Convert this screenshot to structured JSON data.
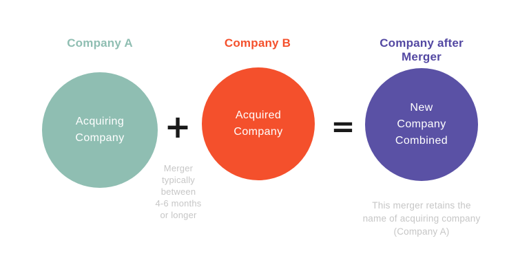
{
  "diagram_title": "Company merger diagram",
  "colors": {
    "company_a_teal": "#8fbeb2",
    "company_b_orange": "#f4502c",
    "merged_purple": "#5a51a5",
    "merged_title_purple": "#5348a2",
    "annotation_gray": "#c6c6c6",
    "operator_black": "#191919",
    "circle_text_white": "#ffffff",
    "background": "#ffffff"
  },
  "columns": [
    {
      "id": "company-a",
      "title_lines": [
        "Company A"
      ],
      "circle_lines": [
        "Acquiring",
        "Company"
      ]
    },
    {
      "id": "company-b",
      "title_lines": [
        "Company B"
      ],
      "circle_lines": [
        "Acquired",
        "Company"
      ]
    },
    {
      "id": "company-after-merger",
      "title_lines": [
        "Company after",
        "Merger"
      ],
      "circle_lines": [
        "New",
        "Company",
        "Combined"
      ]
    }
  ],
  "operators": {
    "plus": "+",
    "equals": "="
  },
  "annotations": {
    "merger_duration_lines": [
      "Merger",
      "typically",
      "between",
      "4-6 months",
      "or longer"
    ],
    "merger_note_lines": [
      "This merger retains the",
      "name of acquiring company",
      "(Company A)"
    ]
  }
}
